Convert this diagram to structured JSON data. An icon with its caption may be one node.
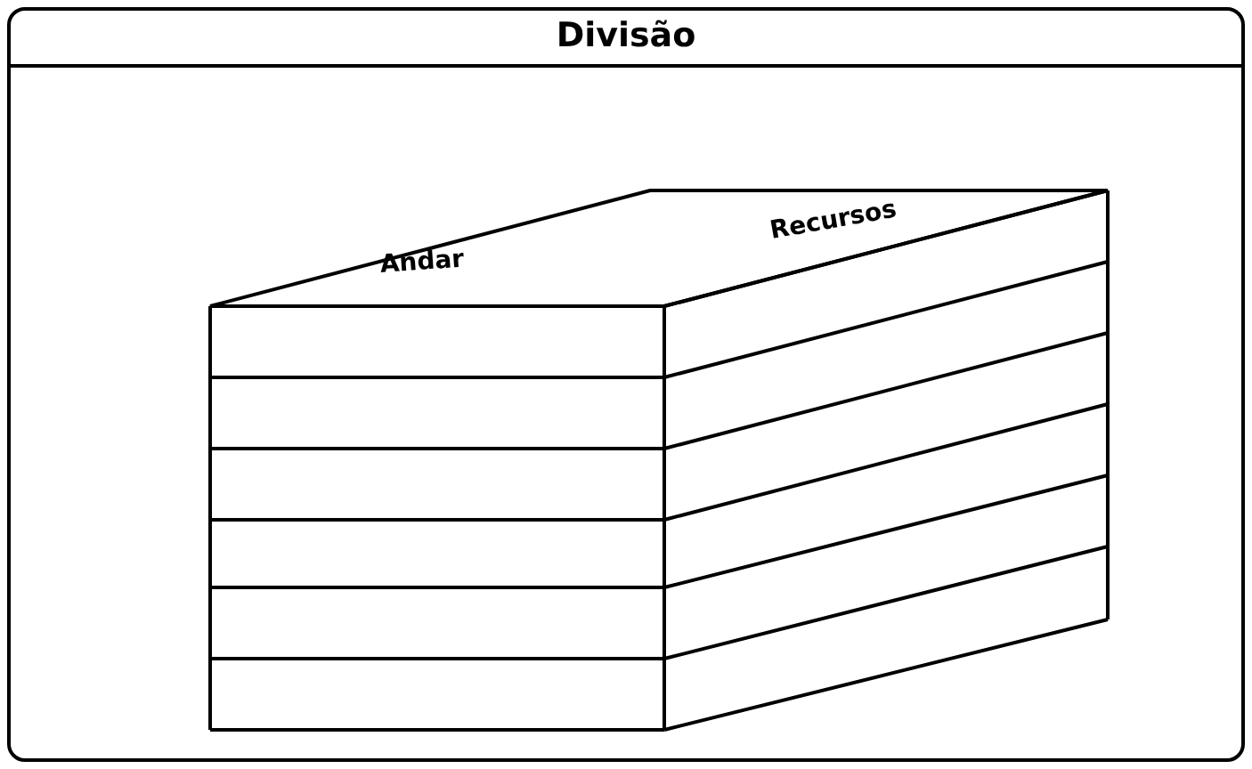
{
  "diagram": {
    "title": "Divisão",
    "labels": [
      "Andar",
      "Recursos"
    ]
  }
}
